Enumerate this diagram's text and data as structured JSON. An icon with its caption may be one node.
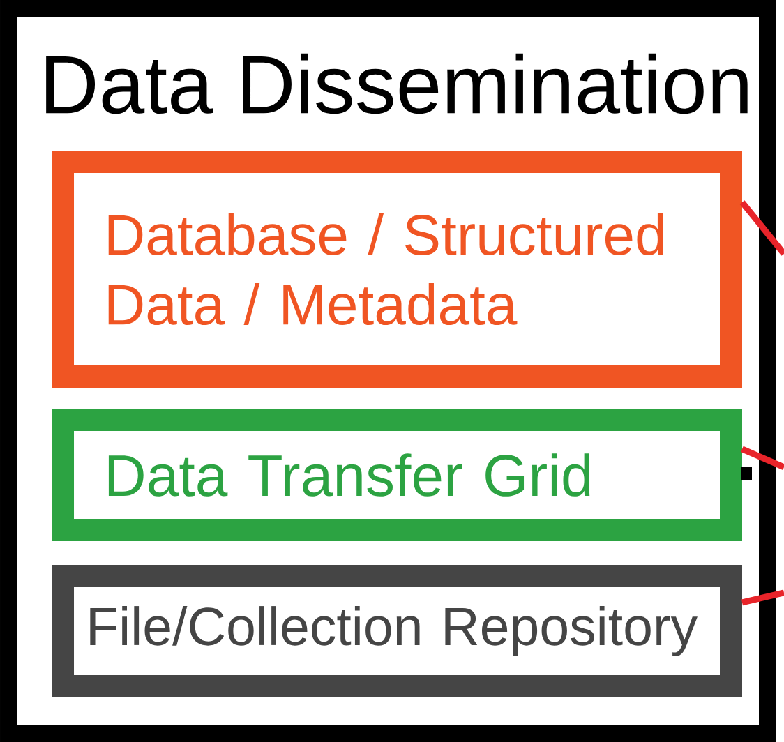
{
  "diagram": {
    "nodes": [
      {
        "text": [
          "Data Dissemination"
        ]
      },
      {
        "text": [
          "Database / Structured Data / Metadata"
        ],
        "in": 0
      },
      {
        "text": [
          "Data Transfer Grid"
        ],
        "in": 0
      },
      {
        "text": [
          "File/Collection Repository"
        ],
        "in": 0
      }
    ],
    "edges": [
      {
        "from": 1,
        "to": null,
        "arrow": "none"
      },
      {
        "from": 2,
        "to": null,
        "arrow": "none"
      },
      {
        "from": 3,
        "to": null,
        "arrow": "none"
      }
    ]
  }
}
